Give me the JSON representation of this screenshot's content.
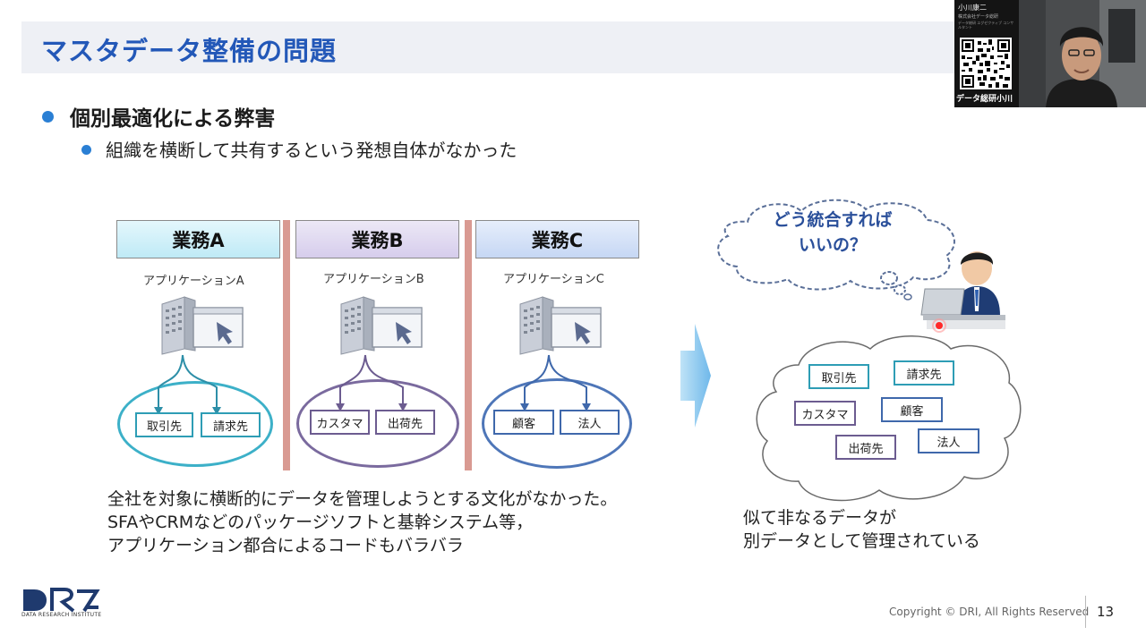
{
  "slide": {
    "title": "マスタデータ整備の問題",
    "bullet1": "個別最適化による弊害",
    "bullet2": "組織を横断して共有するという発想自体がなかった",
    "page_number": "13",
    "copyright": "Copyright © DRI, All Rights Reserved"
  },
  "businesses": [
    {
      "header": "業務A",
      "app": "アプリケーションA",
      "items": [
        "取引先",
        "請求先"
      ]
    },
    {
      "header": "業務B",
      "app": "アプリケーションB",
      "items": [
        "カスタマ",
        "出荷先"
      ]
    },
    {
      "header": "業務C",
      "app": "アプリケーションC",
      "items": [
        "顧客",
        "法人"
      ]
    }
  ],
  "caption_left": [
    "全社を対象に横断的にデータを管理しようとする文化がなかった。",
    "SFAやCRMなどのパッケージソフトと基幹システム等，",
    "アプリケーション都合によるコードもバラバラ"
  ],
  "thought_bubble": [
    "どう統合すれば",
    "いいの？"
  ],
  "cloud_items": [
    "取引先",
    "請求先",
    "カスタマ",
    "顧客",
    "出荷先",
    "法人"
  ],
  "caption_right": [
    "似て非なるデータが",
    "別データとして管理されている"
  ],
  "logo": {
    "mark": "DRI",
    "subtitle": "DATA RESEARCH INSTITUTE"
  },
  "webcam": {
    "name": "小川康二",
    "org": "株式会社データ総研",
    "desc": "データ総研 エグゼクティブ コンサルタント",
    "handle": "データ総研小川"
  },
  "colors": {
    "title": "#2358b8",
    "accent_teal": "#3cb0c8",
    "accent_purple": "#7a6a9e",
    "accent_blue": "#4e76b8",
    "divider": "#d99a92"
  },
  "icons": {
    "server": "server-window-icon",
    "arrow": "right-arrow-icon",
    "person": "person-at-laptop-icon"
  }
}
